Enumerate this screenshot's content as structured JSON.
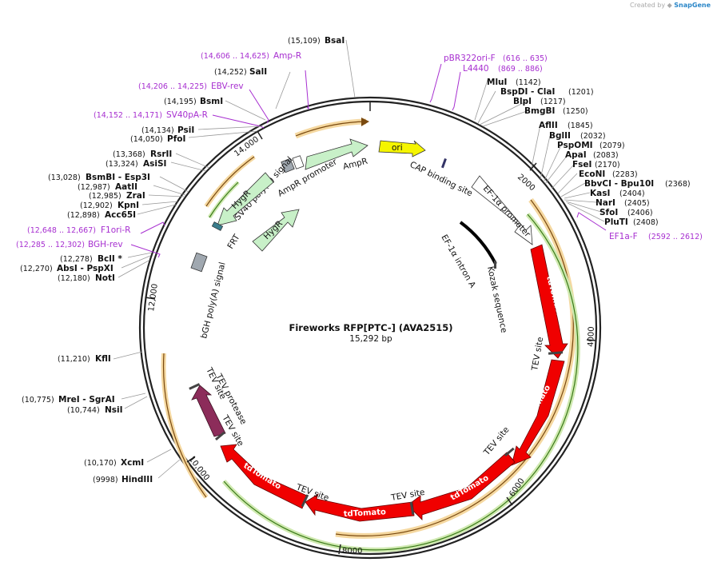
{
  "credit": {
    "prefix": "Created by",
    "brand": "SnapGene"
  },
  "plasmid": {
    "name": "Fireworks RFP[PTC-] (AVA2515)",
    "size_label": "15,292 bp",
    "length": 15292,
    "tick_marks": [
      {
        "pos": 0,
        "label": ""
      },
      {
        "pos": 2000,
        "label": "2000"
      },
      {
        "pos": 4000,
        "label": "4000"
      },
      {
        "pos": 6000,
        "label": "6000"
      },
      {
        "pos": 8000,
        "label": "8000"
      },
      {
        "pos": 10000,
        "label": "10,000"
      },
      {
        "pos": 12000,
        "label": "12,000"
      },
      {
        "pos": 14000,
        "label": "14,000"
      }
    ]
  },
  "colors": {
    "backbone": "#222222",
    "tdTomato": "#f00000",
    "tev_protease": "#8c2c5a",
    "hygr": "#c8f0c8",
    "ori": "#f5f500",
    "ampr": "#c8f0c8",
    "promoter": "#ffffff",
    "orange_feature": "#f5a623",
    "green_feature": "#5aa028",
    "primer": "#a72fd0",
    "signal_box": "#a0a8b0",
    "frt": "#3a7d8c"
  },
  "restriction_sites": [
    {
      "name": "BsaI",
      "pos": "(15,109)"
    },
    {
      "name": "SalI",
      "pos": "(14,252)"
    },
    {
      "name": "BsmI",
      "pos": "(14,195)"
    },
    {
      "name": "PsiI",
      "pos": "(14,134)"
    },
    {
      "name": "PfoI",
      "pos": "(14,050)"
    },
    {
      "name": "RsrII",
      "pos": "(13,368)"
    },
    {
      "name": "AsiSI",
      "pos": "(13,324)"
    },
    {
      "name": "BsmBI  - Esp3I",
      "pos": "(13,028)"
    },
    {
      "name": "AatII",
      "pos": "(12,987)"
    },
    {
      "name": "ZraI",
      "pos": "(12,985)"
    },
    {
      "name": "KpnI",
      "pos": "(12,902)"
    },
    {
      "name": "Acc65I",
      "pos": "(12,898)"
    },
    {
      "name": "BclI *",
      "pos": "(12,278)"
    },
    {
      "name": "AbsI  - PspXI",
      "pos": "(12,270)"
    },
    {
      "name": "NotI",
      "pos": "(12,180)"
    },
    {
      "name": "KflI",
      "pos": "(11,210)"
    },
    {
      "name": "MreI  - SgrAI",
      "pos": "(10,775)"
    },
    {
      "name": "NsiI",
      "pos": "(10,744)"
    },
    {
      "name": "XcmI",
      "pos": "(10,170)"
    },
    {
      "name": "HindIII",
      "pos": "(9998)"
    },
    {
      "name": "MluI",
      "pos": "(1142)"
    },
    {
      "name": "BspDI  - ClaI",
      "pos": "(1201)"
    },
    {
      "name": "BlpI",
      "pos": "(1217)"
    },
    {
      "name": "BmgBI",
      "pos": "(1250)"
    },
    {
      "name": "AflII",
      "pos": "(1845)"
    },
    {
      "name": "BglII",
      "pos": "(2032)"
    },
    {
      "name": "PspOMI",
      "pos": "(2079)"
    },
    {
      "name": "ApaI",
      "pos": "(2083)"
    },
    {
      "name": "FseI",
      "pos": "(2170)"
    },
    {
      "name": "EcoNI",
      "pos": "(2283)"
    },
    {
      "name": "BbvCI  - Bpu10I",
      "pos": "(2368)"
    },
    {
      "name": "KasI",
      "pos": "(2404)"
    },
    {
      "name": "NarI",
      "pos": "(2405)"
    },
    {
      "name": "SfoI",
      "pos": "(2406)"
    },
    {
      "name": "PluTI",
      "pos": "(2408)"
    }
  ],
  "primers": [
    {
      "name": "Amp-R",
      "pos": "(14,606 .. 14,625)"
    },
    {
      "name": "EBV-rev",
      "pos": "(14,206 .. 14,225)"
    },
    {
      "name": "SV40pA-R",
      "pos": "(14,152 .. 14,171)"
    },
    {
      "name": "F1ori-R",
      "pos": "(12,648 .. 12,667)"
    },
    {
      "name": "BGH-rev",
      "pos": "(12,285 .. 12,302)"
    },
    {
      "name": "pBR322ori-F",
      "pos": "(616 .. 635)"
    },
    {
      "name": "L4440",
      "pos": "(869 .. 886)"
    },
    {
      "name": "EF1a-F",
      "pos": "(2592 .. 2612)"
    }
  ],
  "features": {
    "ori": "ori",
    "cap_binding_site": "CAP binding site",
    "ef1a_promoter": "EF-1α promoter",
    "ef1a_intron": "EF-1α intron A",
    "kozak": "Kozak sequence",
    "tdtomato_1": "tdTomato",
    "tdtomato_2": "tdTomato",
    "tdtomato_3": "tdTomato",
    "tdtomato_4": "tdTomato",
    "tdtomato_5": "tdTomato",
    "tev_site_1": "TEV site",
    "tev_site_2": "TEV site",
    "tev_site_3": "TEV site",
    "tev_site_4": "TEV site",
    "tev_site_5": "TEV site",
    "tev_protease": "TEV protease",
    "tev_site_6": "TEV site",
    "bgh_polya": "bGH poly(A) signal",
    "frt": "FRT",
    "hygr_1": "HygR",
    "hygr_2": "HygR",
    "sv40_polya": "SV40 poly(A) signal",
    "ampr_promoter": "AmpR promoter",
    "ampr": "AmpR"
  }
}
